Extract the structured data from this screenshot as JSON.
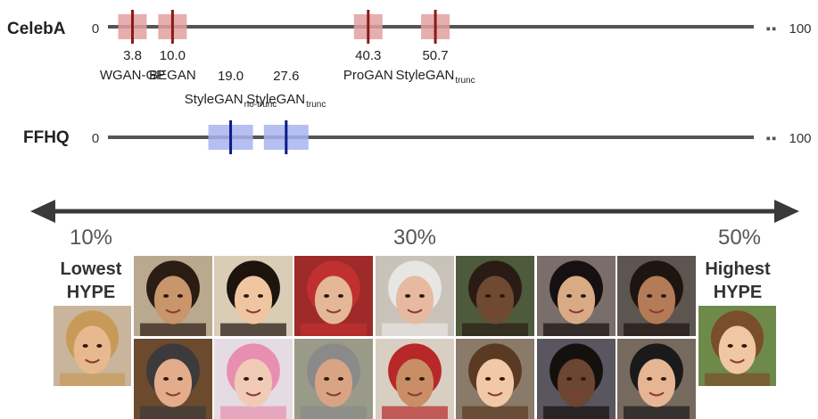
{
  "axis_min_label": "0",
  "axis_max_label": "100",
  "axis_ellipsis": "▪▪",
  "colors": {
    "celeba_marker": "#8b1a1a",
    "celeba_band": "#e2a0a0",
    "ffhq_marker": "#0c1a8a",
    "ffhq_band": "#a8b4ee",
    "axis": "#555555",
    "arrow": "#3a3a3a"
  },
  "chart_data": [
    {
      "type": "scatter",
      "name": "CelebA",
      "xlim": [
        0,
        100
      ],
      "points": [
        {
          "value": 3.8,
          "value_label": "3.8",
          "label": "WGAN-GP",
          "sub": ""
        },
        {
          "value": 10.0,
          "value_label": "10.0",
          "label": "BEGAN",
          "sub": ""
        },
        {
          "value": 40.3,
          "value_label": "40.3",
          "label": "ProGAN",
          "sub": ""
        },
        {
          "value": 50.7,
          "value_label": "50.7",
          "label": "StyleGAN",
          "sub": "trunc"
        }
      ]
    },
    {
      "type": "scatter",
      "name": "FFHQ",
      "xlim": [
        0,
        100
      ],
      "points": [
        {
          "value": 19.0,
          "value_label": "19.0",
          "label": "StyleGAN",
          "sub": "no-trunc"
        },
        {
          "value": 27.6,
          "value_label": "27.6",
          "label": "StyleGAN",
          "sub": "trunc"
        }
      ]
    }
  ],
  "hype_scale": {
    "left_percent": "10%",
    "middle_percent": "30%",
    "right_percent": "50%",
    "lowest_line1": "Lowest",
    "lowest_line2": "HYPE",
    "highest_line1": "Highest",
    "highest_line2": "HYPE"
  },
  "faces": {
    "lowest": {
      "bg": "#c9b59c",
      "skin": "#e8b98e",
      "hair": "#c89a5a"
    },
    "highest": {
      "bg": "#6e8a4a",
      "skin": "#efc7a2",
      "hair": "#7a4e2a"
    },
    "grid_top": [
      {
        "bg": "#b9a98e",
        "skin": "#c9956b",
        "hair": "#2b1d14"
      },
      {
        "bg": "#d9cdb6",
        "skin": "#f0c6a0",
        "hair": "#1e140e"
      },
      {
        "bg": "#9e2a2a",
        "skin": "#e4b797",
        "hair": "#c0302f"
      },
      {
        "bg": "#c8c2b8",
        "skin": "#e6b9a0",
        "hair": "#e8e6e2"
      },
      {
        "bg": "#4d5a3c",
        "skin": "#6e4a33",
        "hair": "#2a1c14"
      },
      {
        "bg": "#7a6e6a",
        "skin": "#d8ab84",
        "hair": "#161010"
      },
      {
        "bg": "#5d5550",
        "skin": "#b37b56",
        "hair": "#1e1410"
      }
    ],
    "grid_bottom": [
      {
        "bg": "#6b4a2e",
        "skin": "#e3ad8c",
        "hair": "#3c3a3a"
      },
      {
        "bg": "#e4dce2",
        "skin": "#f2cbb6",
        "hair": "#e88fb0"
      },
      {
        "bg": "#9a9a88",
        "skin": "#d9a483",
        "hair": "#8a8a8a"
      },
      {
        "bg": "#d8cfc2",
        "skin": "#c98e66",
        "hair": "#b82828"
      },
      {
        "bg": "#8a7a6a",
        "skin": "#f1c9a8",
        "hair": "#5a3a22"
      },
      {
        "bg": "#5a5660",
        "skin": "#6c4632",
        "hair": "#14100e"
      },
      {
        "bg": "#766a5e",
        "skin": "#e5b594",
        "hair": "#1a1a1a"
      }
    ]
  }
}
